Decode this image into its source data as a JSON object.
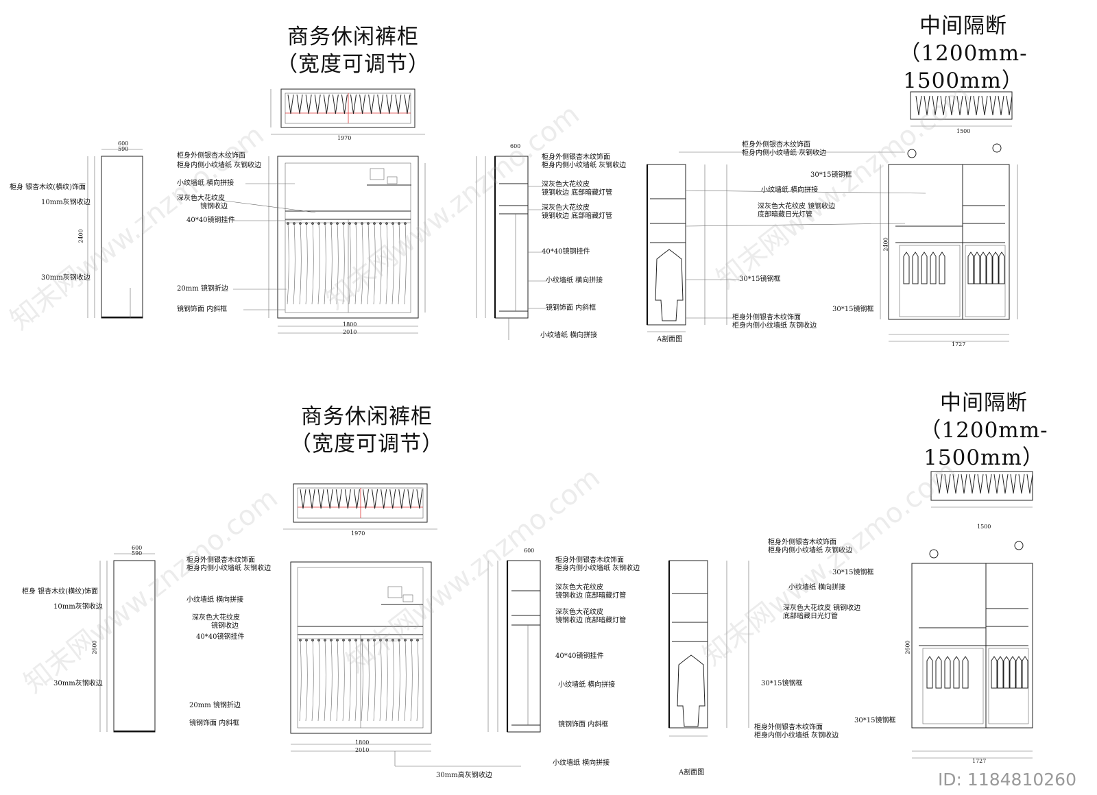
{
  "sheets": [
    {
      "title_main": "商务休闲裤柜",
      "title_sub": "（宽度可调节）",
      "partition_title": "中间隔断",
      "partition_range": "（1200mm-1500mm）",
      "side_notes": [
        "柜身 银杏木纹(横纹)饰面",
        "10mm灰钢收边",
        "30mm灰钢收边"
      ],
      "front_notes": [
        "柜身外侧银杏木纹饰面",
        "柜身内侧小纹墙纸 灰钢收边",
        "小纹墙纸 横向拼接",
        "深灰色大花纹皮",
        "镜钢收边",
        "40*40镜钢挂件",
        "20mm 镜钢折边",
        "镜钢饰面 内斜框"
      ],
      "section_notes": [
        "柜身外侧银杏木纹饰面",
        "柜身内侧小纹墙纸 灰钢收边",
        "深灰色大花纹皮",
        "镜钢收边 底部暗藏灯管",
        "深灰色大花纹皮",
        "镜钢收边 底部暗藏灯管",
        "40*40镜钢挂件",
        "小纹墙纸 横向拼接",
        "镜钢饰面 内斜框",
        "小纹墙纸 横向拼接"
      ],
      "partition_notes": [
        "柜身外侧银杏木纹饰面",
        "柜身内侧小纹墙纸 灰钢收边",
        "30*15镜钢框",
        "小纹墙纸 横向拼接",
        "深灰色大花纹皮 镜钢收边",
        "底部暗藏日光灯管",
        "30*15镜钢框",
        "柜身外侧银杏木纹饰面",
        "柜身内侧小纹墙纸 灰钢收边",
        "30*15镜钢框"
      ],
      "section_label": "A剖面图",
      "dims": {
        "plan_w": "1970",
        "front_w": "2010",
        "front_inner": "1800",
        "side_h": "2400",
        "side_w": "600",
        "side_inner": "590",
        "sec_w": "600",
        "part_w": "1727",
        "part_plan": "1500",
        "part_h": "2400"
      },
      "bottom_note": ""
    },
    {
      "title_main": "商务休闲裤柜",
      "title_sub": "（宽度可调节）",
      "partition_title": "中间隔断",
      "partition_range": "（1200mm-1500mm）",
      "side_notes": [
        "柜身 银杏木纹(横纹)饰面",
        "10mm灰钢收边",
        "30mm灰钢收边"
      ],
      "front_notes": [
        "柜身外侧银杏木纹饰面",
        "柜身内侧小纹墙纸 灰钢收边",
        "小纹墙纸 横向拼接",
        "深灰色大花纹皮",
        "镜钢收边",
        "40*40镜钢挂件",
        "20mm 镜钢折边",
        "镜钢饰面 内斜框"
      ],
      "section_notes": [
        "柜身外侧银杏木纹饰面",
        "柜身内侧小纹墙纸 灰钢收边",
        "深灰色大花纹皮",
        "镜钢收边 底部暗藏灯管",
        "深灰色大花纹皮",
        "镜钢收边 底部暗藏灯管",
        "40*40镜钢挂件",
        "小纹墙纸 横向拼接",
        "镜钢饰面 内斜框",
        "小纹墙纸 横向拼接"
      ],
      "partition_notes": [
        "柜身外侧银杏木纹饰面",
        "柜身内侧小纹墙纸 灰钢收边",
        "30*15镜钢框",
        "小纹墙纸 横向拼接",
        "深灰色大花纹皮 镜钢收边",
        "底部暗藏日光灯管",
        "30*15镜钢框",
        "柜身外侧银杏木纹饰面",
        "柜身内侧小纹墙纸 灰钢收边",
        "30*15镜钢框"
      ],
      "section_label": "A剖面图",
      "dims": {
        "plan_w": "1970",
        "front_w": "2010",
        "front_inner": "1800",
        "side_h": "2600",
        "side_w": "600",
        "side_inner": "590",
        "sec_w": "600",
        "part_w": "1727",
        "part_plan": "1500",
        "part_h": "2600"
      },
      "bottom_note": "30mm高灰钢收边"
    }
  ],
  "footer_id": "ID: 1184810260",
  "watermark": "知末网www.znzmo.com"
}
